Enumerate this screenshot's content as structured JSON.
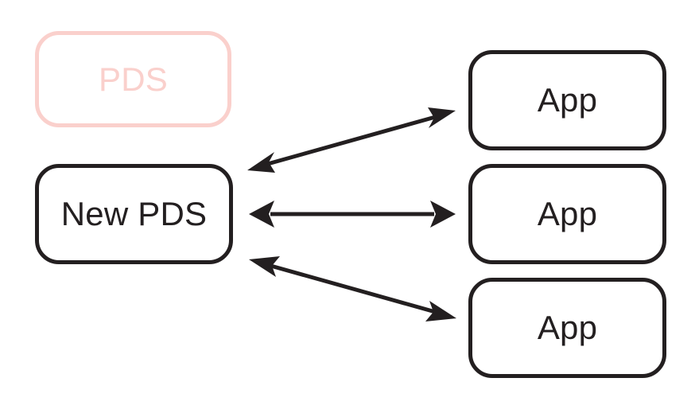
{
  "diagram": {
    "title_text_visible": false,
    "background_color": "#ffffff",
    "nodes": {
      "pds": {
        "label": "PDS",
        "style": "faded",
        "border_color": "#fad0cc",
        "text_color": "#fad0cc"
      },
      "new_pds": {
        "label": "New PDS",
        "style": "solid",
        "border_color": "#231f20",
        "text_color": "#231f20"
      },
      "apps": [
        {
          "label": "App",
          "border_color": "#231f20",
          "text_color": "#231f20"
        },
        {
          "label": "App",
          "border_color": "#231f20",
          "text_color": "#231f20"
        },
        {
          "label": "App",
          "border_color": "#231f20",
          "text_color": "#231f20"
        }
      ]
    },
    "edges": [
      {
        "name": "new-pds-to-app-1",
        "from": "new_pds",
        "to": "apps.0",
        "direction": "bidirectional",
        "color": "#231f20"
      },
      {
        "name": "new-pds-to-app-2",
        "from": "new_pds",
        "to": "apps.1",
        "direction": "bidirectional",
        "color": "#231f20"
      },
      {
        "name": "new-pds-to-app-3",
        "from": "new_pds",
        "to": "apps.2",
        "direction": "bidirectional",
        "color": "#231f20"
      }
    ]
  }
}
